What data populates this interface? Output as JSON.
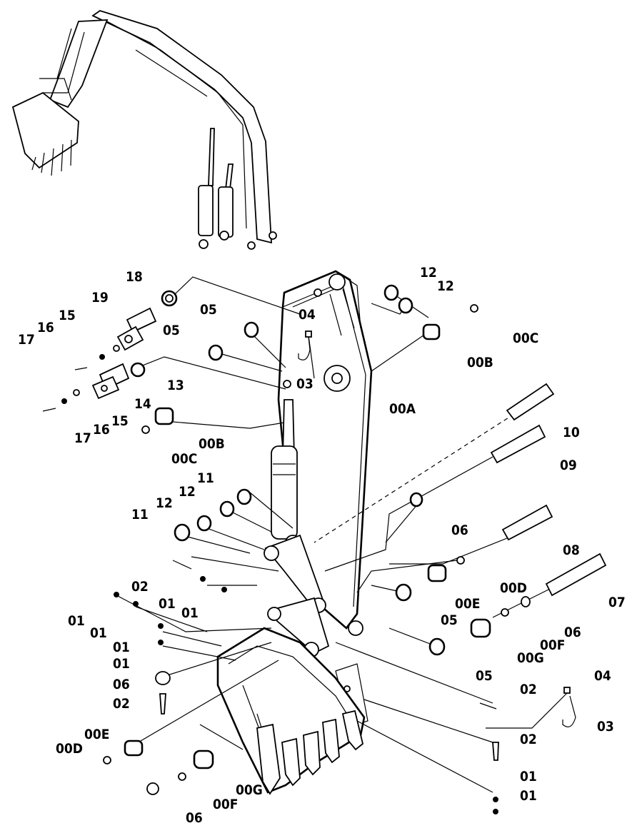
{
  "diagram": {
    "callouts": [
      {
        "label": "18"
      },
      {
        "label": "19"
      },
      {
        "label": "15"
      },
      {
        "label": "16"
      },
      {
        "label": "17"
      },
      {
        "label": "13"
      },
      {
        "label": "14"
      },
      {
        "label": "15"
      },
      {
        "label": "16"
      },
      {
        "label": "17"
      },
      {
        "label": "05"
      },
      {
        "label": "05"
      },
      {
        "label": "04"
      },
      {
        "label": "03"
      },
      {
        "label": "12"
      },
      {
        "label": "12"
      },
      {
        "label": "00C"
      },
      {
        "label": "00B"
      },
      {
        "label": "00A"
      },
      {
        "label": "00B"
      },
      {
        "label": "00C"
      },
      {
        "label": "10"
      },
      {
        "label": "09"
      },
      {
        "label": "06"
      },
      {
        "label": "08"
      },
      {
        "label": "00D"
      },
      {
        "label": "00E"
      },
      {
        "label": "05"
      },
      {
        "label": "07"
      },
      {
        "label": "06"
      },
      {
        "label": "00F"
      },
      {
        "label": "00G"
      },
      {
        "label": "05"
      },
      {
        "label": "11"
      },
      {
        "label": "12"
      },
      {
        "label": "11"
      },
      {
        "label": "12"
      },
      {
        "label": "02"
      },
      {
        "label": "01"
      },
      {
        "label": "01"
      },
      {
        "label": "01"
      },
      {
        "label": "01"
      },
      {
        "label": "01"
      },
      {
        "label": "01"
      },
      {
        "label": "06"
      },
      {
        "label": "02"
      },
      {
        "label": "00E"
      },
      {
        "label": "00D"
      },
      {
        "label": "00G"
      },
      {
        "label": "00F"
      },
      {
        "label": "06"
      },
      {
        "label": "02"
      },
      {
        "label": "04"
      },
      {
        "label": "03"
      },
      {
        "label": "02"
      },
      {
        "label": "01"
      },
      {
        "label": "01"
      }
    ]
  }
}
